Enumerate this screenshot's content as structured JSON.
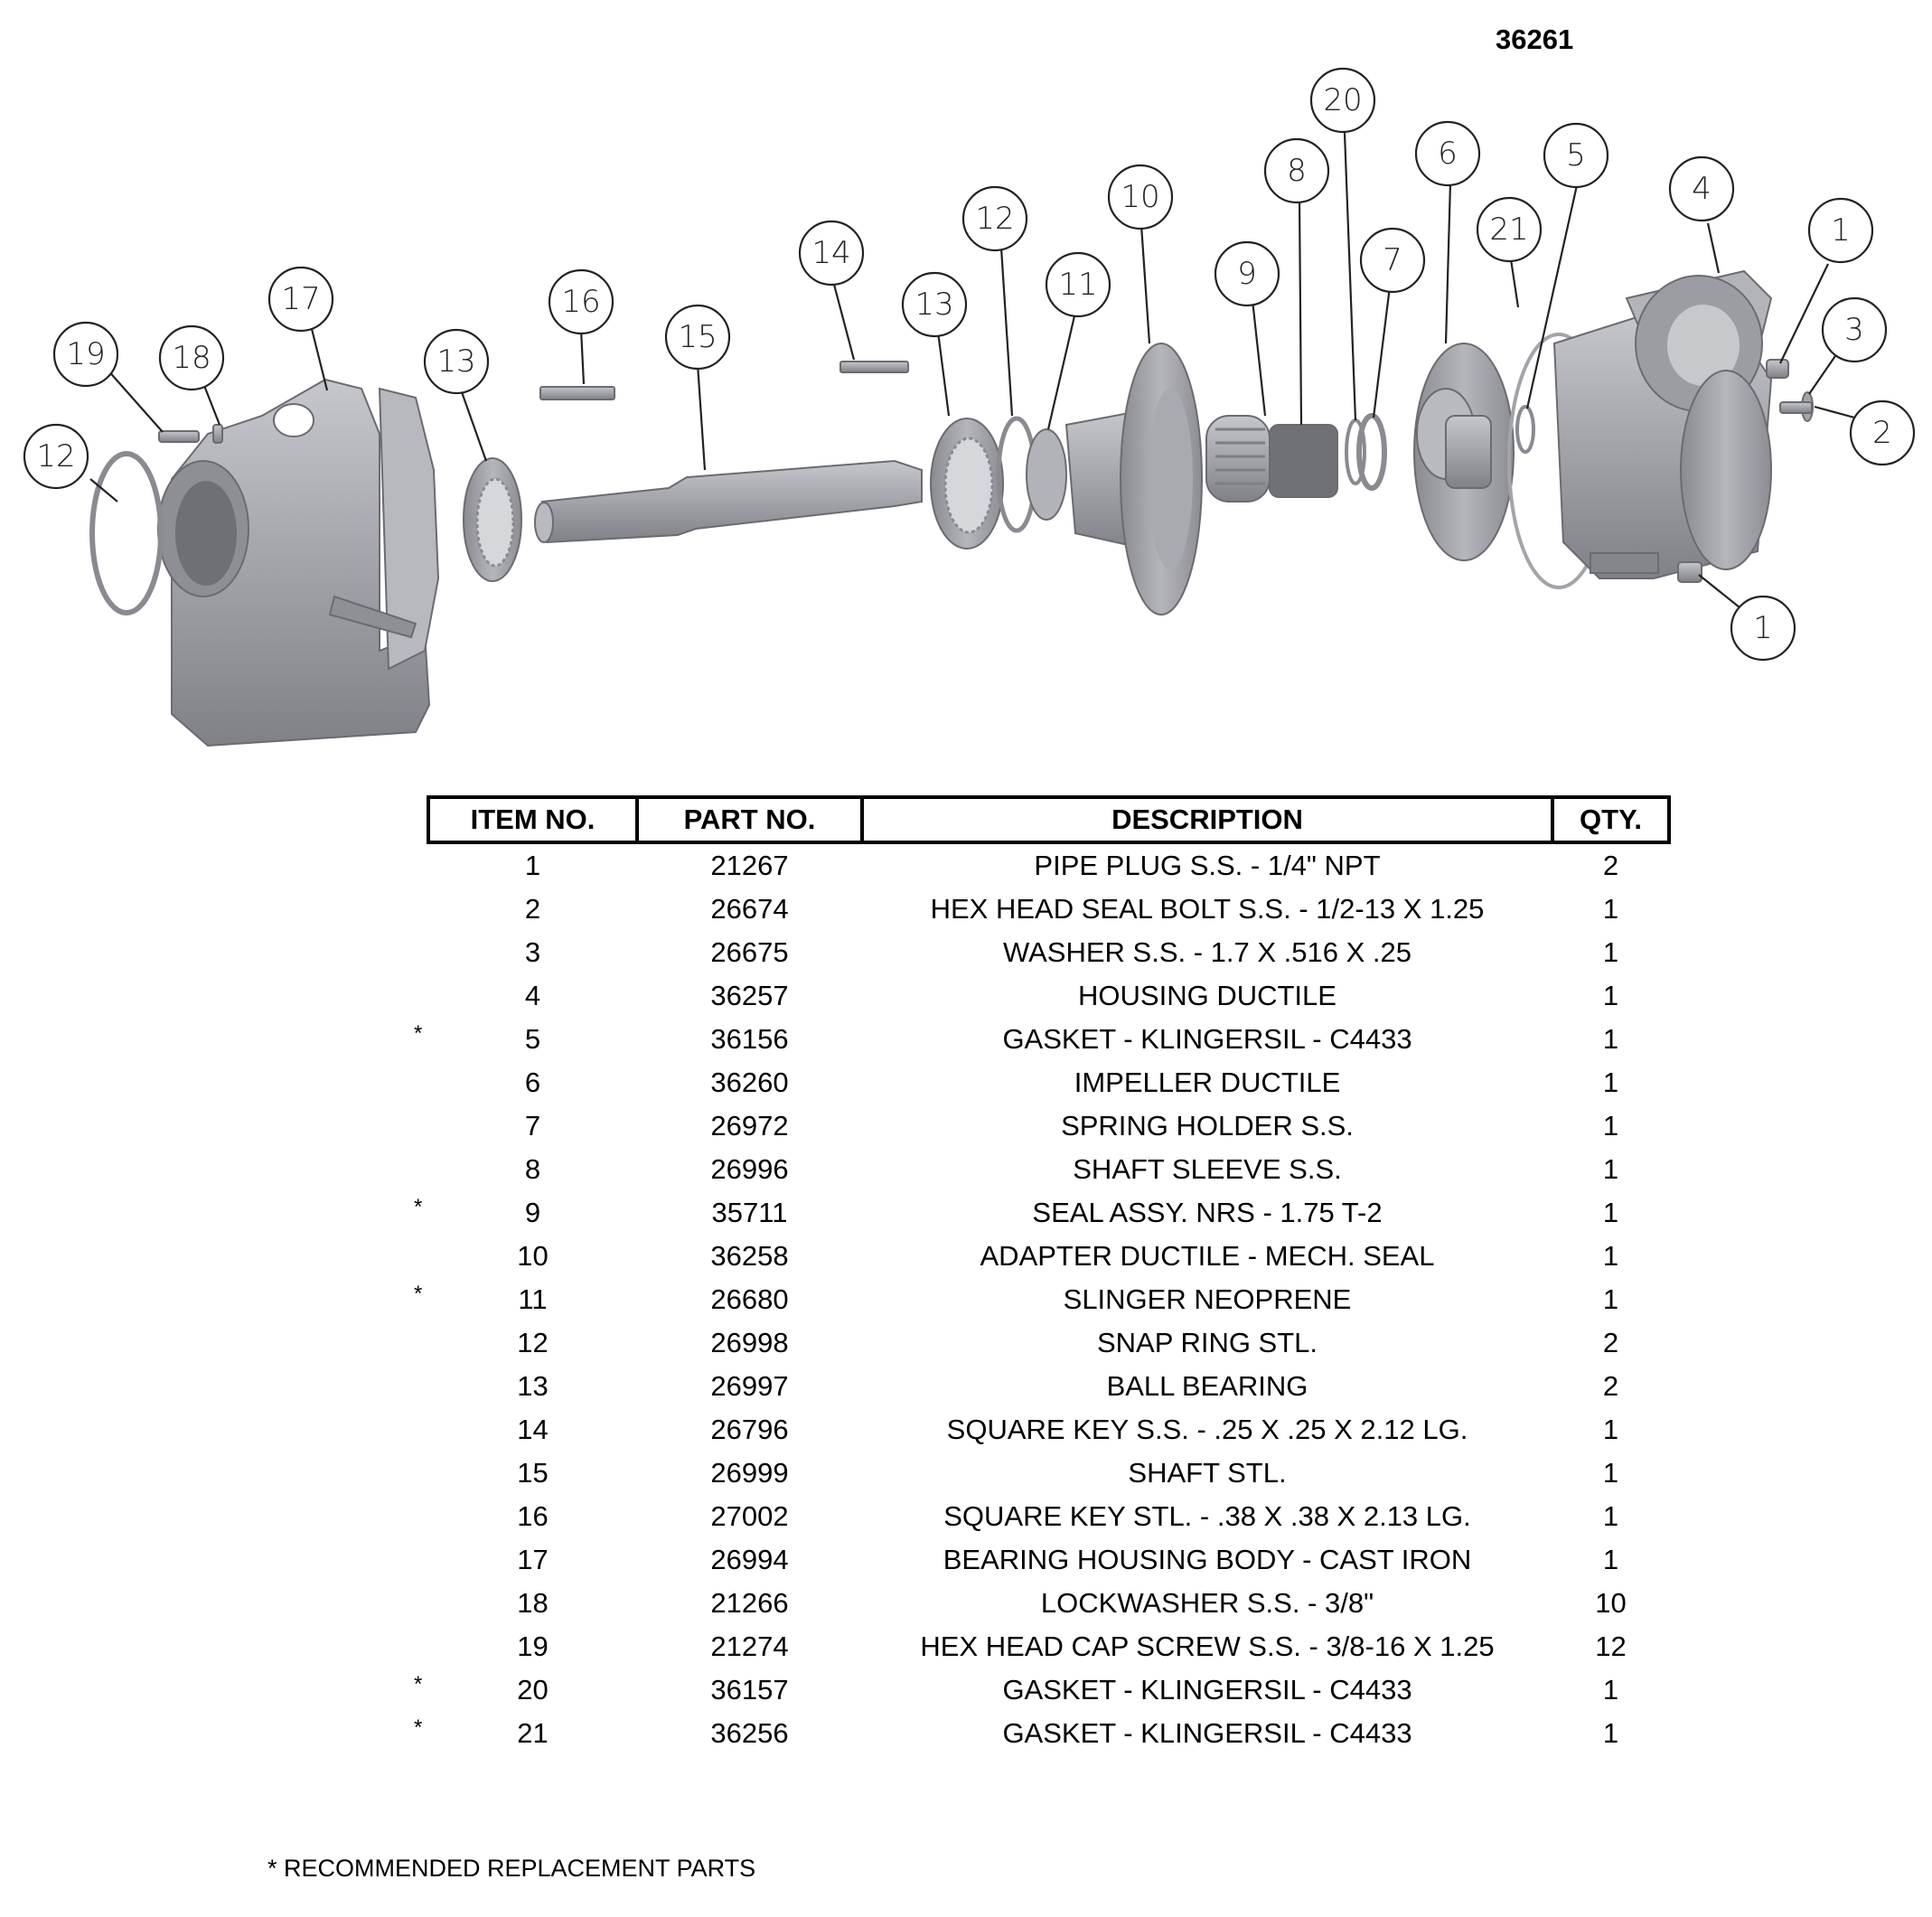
{
  "drawing_number": "36261",
  "headers": {
    "item": "ITEM NO.",
    "part": "PART NO.",
    "desc": "DESCRIPTION",
    "qty": "QTY."
  },
  "rows": [
    {
      "star": "",
      "item": "1",
      "part": "21267",
      "desc": "PIPE PLUG S.S. - 1/4\" NPT",
      "qty": "2"
    },
    {
      "star": "",
      "item": "2",
      "part": "26674",
      "desc": "HEX HEAD SEAL BOLT S.S. - 1/2-13 X 1.25",
      "qty": "1"
    },
    {
      "star": "",
      "item": "3",
      "part": "26675",
      "desc": "WASHER S.S. - 1.7 X .516 X .25",
      "qty": "1"
    },
    {
      "star": "",
      "item": "4",
      "part": "36257",
      "desc": "HOUSING DUCTILE",
      "qty": "1"
    },
    {
      "star": "*",
      "item": "5",
      "part": "36156",
      "desc": "GASKET - KLINGERSIL - C4433",
      "qty": "1"
    },
    {
      "star": "",
      "item": "6",
      "part": "36260",
      "desc": "IMPELLER DUCTILE",
      "qty": "1"
    },
    {
      "star": "",
      "item": "7",
      "part": "26972",
      "desc": "SPRING HOLDER S.S.",
      "qty": "1"
    },
    {
      "star": "",
      "item": "8",
      "part": "26996",
      "desc": "SHAFT SLEEVE S.S.",
      "qty": "1"
    },
    {
      "star": "*",
      "item": "9",
      "part": "35711",
      "desc": "SEAL ASSY. NRS - 1.75 T-2",
      "qty": "1"
    },
    {
      "star": "",
      "item": "10",
      "part": "36258",
      "desc": "ADAPTER DUCTILE - MECH. SEAL",
      "qty": "1"
    },
    {
      "star": "*",
      "item": "11",
      "part": "26680",
      "desc": "SLINGER NEOPRENE",
      "qty": "1"
    },
    {
      "star": "",
      "item": "12",
      "part": "26998",
      "desc": "SNAP RING STL.",
      "qty": "2"
    },
    {
      "star": "",
      "item": "13",
      "part": "26997",
      "desc": "BALL BEARING",
      "qty": "2"
    },
    {
      "star": "",
      "item": "14",
      "part": "26796",
      "desc": "SQUARE KEY S.S. - .25 X .25 X 2.12 LG.",
      "qty": "1"
    },
    {
      "star": "",
      "item": "15",
      "part": "26999",
      "desc": "SHAFT  STL.",
      "qty": "1"
    },
    {
      "star": "",
      "item": "16",
      "part": "27002",
      "desc": "SQUARE KEY STL. - .38 X .38 X 2.13 LG.",
      "qty": "1"
    },
    {
      "star": "",
      "item": "17",
      "part": "26994",
      "desc": "BEARING HOUSING BODY - CAST IRON",
      "qty": "1"
    },
    {
      "star": "",
      "item": "18",
      "part": "21266",
      "desc": "LOCKWASHER S.S. - 3/8\"",
      "qty": "10"
    },
    {
      "star": "",
      "item": "19",
      "part": "21274",
      "desc": "HEX HEAD CAP SCREW S.S. - 3/8-16 X 1.25",
      "qty": "12"
    },
    {
      "star": "*",
      "item": "20",
      "part": "36157",
      "desc": "GASKET - KLINGERSIL - C4433",
      "qty": "1"
    },
    {
      "star": "*",
      "item": "21",
      "part": "36256",
      "desc": "GASKET - KLINGERSIL - C4433",
      "qty": "1"
    }
  ],
  "balloons": [
    "19",
    "18",
    "17",
    "12",
    "13",
    "16",
    "15",
    "14",
    "13",
    "12",
    "11",
    "10",
    "9",
    "8",
    "20",
    "7",
    "6",
    "21",
    "5",
    "4",
    "1",
    "3",
    "2",
    "1"
  ],
  "footnote": "*  RECOMMENDED REPLACEMENT PARTS",
  "colors": {
    "part_fill": "#a4a5ab",
    "part_dark": "#7d7e85",
    "part_light": "#c9cace",
    "line": "#222222"
  }
}
